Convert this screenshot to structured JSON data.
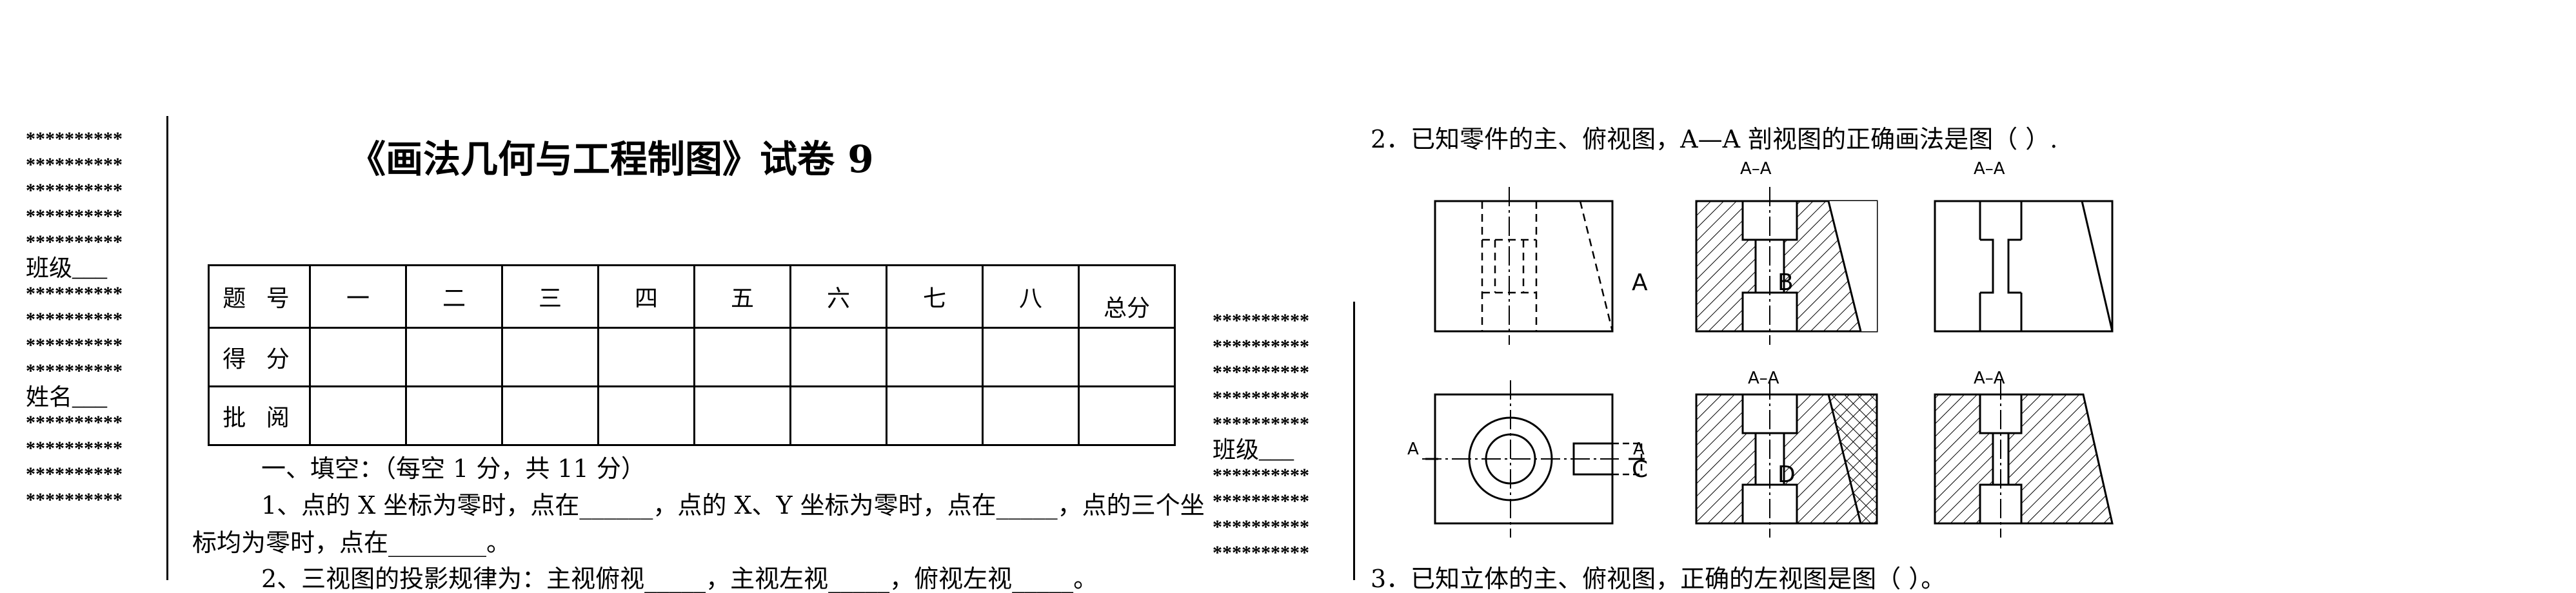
{
  "left_margin": {
    "stars": "**********",
    "class_label": "班级___",
    "name_label": "姓名___"
  },
  "exam": {
    "title": "《画法几何与工程制图》试卷 9"
  },
  "score_table": {
    "headers": [
      "题 号",
      "一",
      "二",
      "三",
      "四",
      "五",
      "六",
      "七",
      "八",
      "总分"
    ],
    "row_labels": [
      "得 分",
      "批 阅"
    ]
  },
  "section1": {
    "heading": "一、填空：（每空 1 分，共 11 分）",
    "q1_line1": "1、点的 X 坐标为零时，点在______，点的 X、Y 坐标为零时，点在_____，点的三个坐",
    "q1_line2": "标均为零时，点在________。",
    "q2_line1": "2、三视图的投影规律为：主视俯视_____，主视左视_____，俯视左视_____。"
  },
  "right_questions": {
    "q2": "2．已知零件的主、俯视图，A—A 剖视图的正确画法是图（  ）.",
    "q3": "3．已知立体的主、俯视图，正确的左视图是图（    ）。"
  },
  "figure": {
    "section_label": "A–A",
    "cut_letter": "A",
    "options": [
      "A",
      "B",
      "C",
      "D"
    ]
  }
}
